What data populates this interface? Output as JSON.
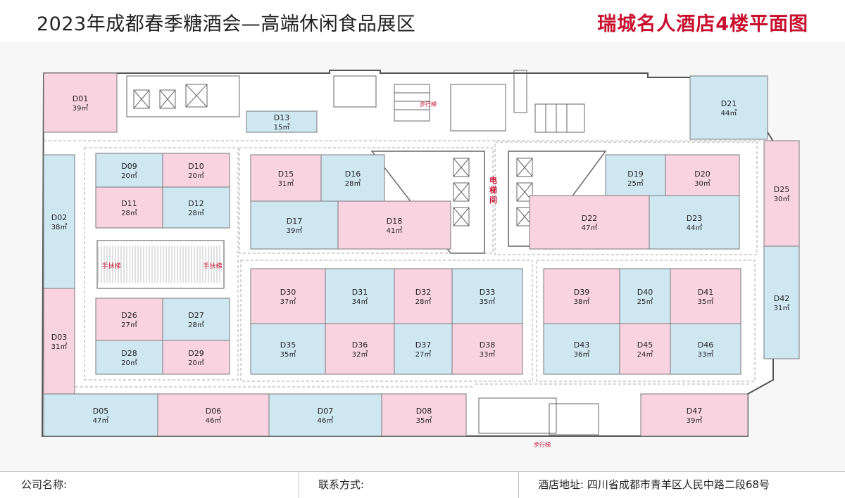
{
  "header": {
    "title": "2023年成都春季糖酒会—高端休闲食品展区",
    "subtitle": "瑞城名人酒店4楼平面图"
  },
  "labels": {
    "escalator_left": "手扶梯",
    "escalator_right": "手扶梯",
    "stairs_top": "步行梯",
    "stairs_bottom": "步行梯",
    "elevator": "电梯间"
  },
  "colors": {
    "pink": "#f9d3e0",
    "blue": "#cfe7f1",
    "accent": "#c8102e"
  },
  "booths": [
    {
      "id": "D01",
      "area": "39㎡",
      "color": "pink"
    },
    {
      "id": "D02",
      "area": "38㎡",
      "color": "blue"
    },
    {
      "id": "D03",
      "area": "31㎡",
      "color": "pink"
    },
    {
      "id": "D05",
      "area": "47㎡",
      "color": "blue"
    },
    {
      "id": "D06",
      "area": "46㎡",
      "color": "pink"
    },
    {
      "id": "D07",
      "area": "46㎡",
      "color": "blue"
    },
    {
      "id": "D08",
      "area": "35㎡",
      "color": "pink"
    },
    {
      "id": "D09",
      "area": "20㎡",
      "color": "blue"
    },
    {
      "id": "D10",
      "area": "20㎡",
      "color": "pink"
    },
    {
      "id": "D11",
      "area": "28㎡",
      "color": "pink"
    },
    {
      "id": "D12",
      "area": "28㎡",
      "color": "blue"
    },
    {
      "id": "D13",
      "area": "15㎡",
      "color": "blue"
    },
    {
      "id": "D15",
      "area": "31㎡",
      "color": "pink"
    },
    {
      "id": "D16",
      "area": "28㎡",
      "color": "blue"
    },
    {
      "id": "D17",
      "area": "39㎡",
      "color": "blue"
    },
    {
      "id": "D18",
      "area": "41㎡",
      "color": "pink"
    },
    {
      "id": "D19",
      "area": "25㎡",
      "color": "blue"
    },
    {
      "id": "D20",
      "area": "30㎡",
      "color": "pink"
    },
    {
      "id": "D21",
      "area": "44㎡",
      "color": "blue"
    },
    {
      "id": "D22",
      "area": "47㎡",
      "color": "pink"
    },
    {
      "id": "D23",
      "area": "44㎡",
      "color": "blue"
    },
    {
      "id": "D25",
      "area": "30㎡",
      "color": "pink"
    },
    {
      "id": "D26",
      "area": "27㎡",
      "color": "pink"
    },
    {
      "id": "D27",
      "area": "28㎡",
      "color": "blue"
    },
    {
      "id": "D28",
      "area": "20㎡",
      "color": "blue"
    },
    {
      "id": "D29",
      "area": "20㎡",
      "color": "pink"
    },
    {
      "id": "D30",
      "area": "37㎡",
      "color": "pink"
    },
    {
      "id": "D31",
      "area": "34㎡",
      "color": "blue"
    },
    {
      "id": "D32",
      "area": "28㎡",
      "color": "pink"
    },
    {
      "id": "D33",
      "area": "35㎡",
      "color": "blue"
    },
    {
      "id": "D35",
      "area": "35㎡",
      "color": "blue"
    },
    {
      "id": "D36",
      "area": "32㎡",
      "color": "pink"
    },
    {
      "id": "D37",
      "area": "27㎡",
      "color": "blue"
    },
    {
      "id": "D38",
      "area": "33㎡",
      "color": "pink"
    },
    {
      "id": "D39",
      "area": "38㎡",
      "color": "pink"
    },
    {
      "id": "D40",
      "area": "25㎡",
      "color": "blue"
    },
    {
      "id": "D41",
      "area": "35㎡",
      "color": "pink"
    },
    {
      "id": "D42",
      "area": "31㎡",
      "color": "blue"
    },
    {
      "id": "D43",
      "area": "36㎡",
      "color": "blue"
    },
    {
      "id": "D45",
      "area": "24㎡",
      "color": "pink"
    },
    {
      "id": "D46",
      "area": "33㎡",
      "color": "blue"
    },
    {
      "id": "D47",
      "area": "39㎡",
      "color": "pink"
    }
  ],
  "footer": {
    "company": "公司名称:",
    "contact": "联系方式:",
    "address": "酒店地址:  四川省成都市青羊区人民中路二段68号"
  }
}
